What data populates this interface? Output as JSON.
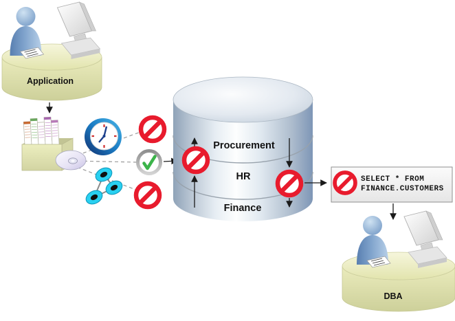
{
  "nodes": {
    "application": {
      "label": "Application"
    },
    "dba": {
      "label": "DBA"
    },
    "database": {
      "schemas": [
        {
          "label": "Procurement"
        },
        {
          "label": "HR"
        },
        {
          "label": "Finance"
        }
      ]
    },
    "query_box": {
      "sql_line1": "SELECT * FROM",
      "sql_line2": "FINANCE.CUSTOMERS"
    }
  },
  "icons": {
    "blocked": "no-entry-icon",
    "allowed": "check-icon",
    "time": "clock-icon",
    "network": "network-icon",
    "disc": "cd-icon",
    "documents": "file-box-icon",
    "user": "person-icon",
    "terminal": "computer-icon",
    "database": "database-cylinder-icon"
  },
  "colors": {
    "prohibit_red": "#e81b2d",
    "check_green": "#3cb44a",
    "clock_blue": "#2a9fd8",
    "network_cyan": "#29d0f0",
    "platform_yellow": "#e7e9b7",
    "database_gray_blue": "#ccd7e2",
    "query_box_bg": "#f2f2f2",
    "arrow": "#1a1a1a"
  }
}
